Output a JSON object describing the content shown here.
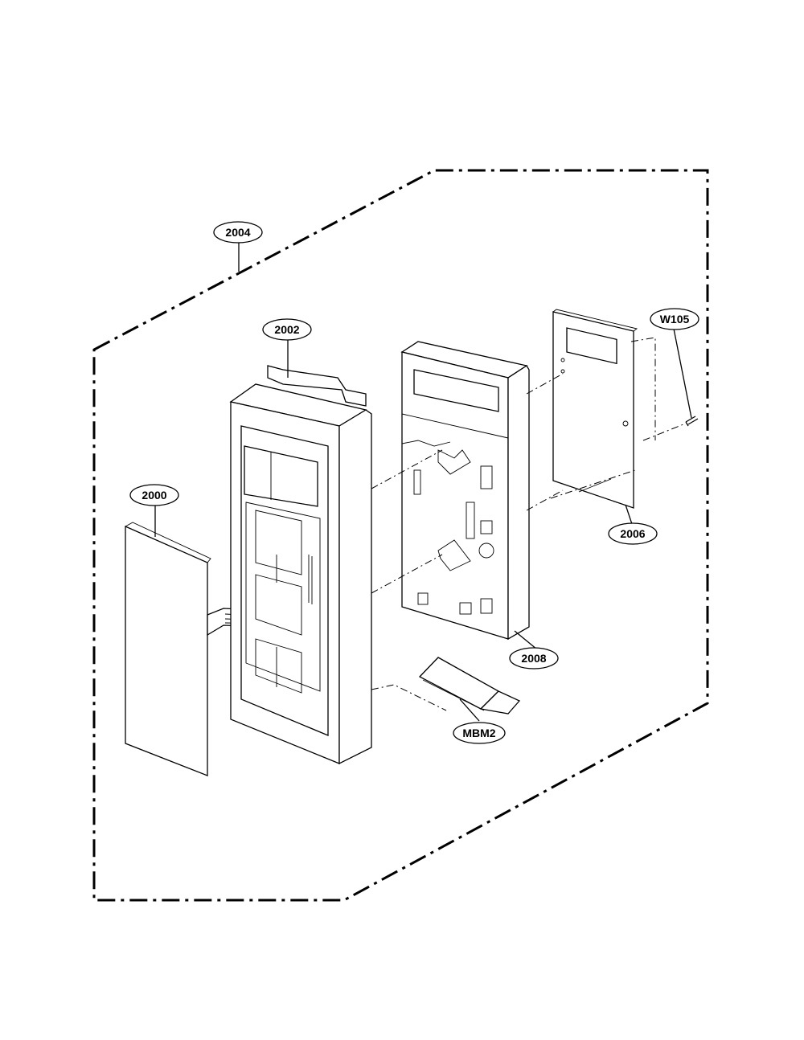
{
  "diagram": {
    "callouts": [
      {
        "id": "2004",
        "label": "2004"
      },
      {
        "id": "2002",
        "label": "2002"
      },
      {
        "id": "2000",
        "label": "2000"
      },
      {
        "id": "W105",
        "label": "W105"
      },
      {
        "id": "2006",
        "label": "2006"
      },
      {
        "id": "2008",
        "label": "2008"
      },
      {
        "id": "MBM2",
        "label": "MBM2"
      }
    ]
  }
}
